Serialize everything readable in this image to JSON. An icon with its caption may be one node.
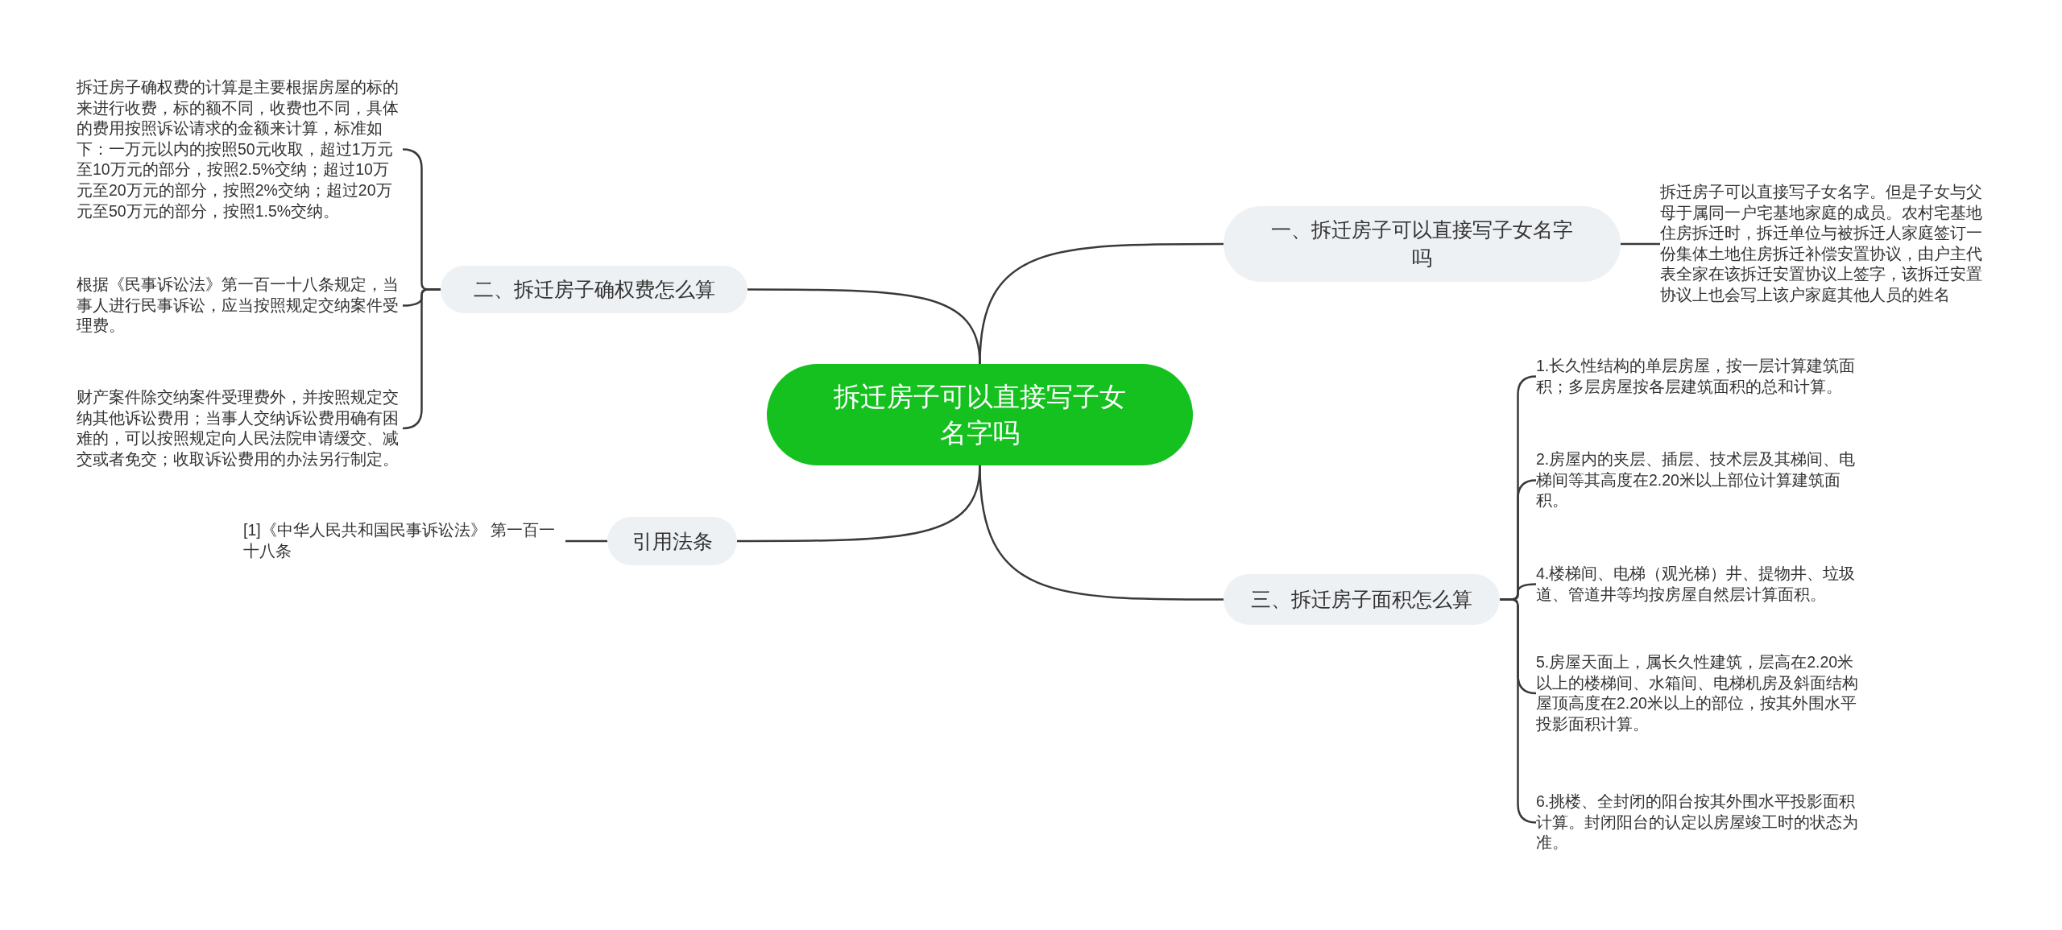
{
  "diagram": {
    "nodes": [
      {
        "text": [
          "拆迁房子可以直接写子女名字吗"
        ]
      },
      {
        "text": [
          "一、拆迁房子可以直接写子女名字吗"
        ]
      },
      {
        "text": [
          "拆迁房子可以直接写子女名字。但是子女与父母于属同一户宅基地家庭的成员。农村宅基地住房拆迁时，拆迁单位与被拆迁人家庭签订一份集体土地住房拆迁补偿安置协议，由户主代表全家在该拆迁安置协议上签字，该拆迁安置协议上也会写上该户家庭其他人员的姓名"
        ]
      },
      {
        "text": [
          "二、拆迁房子确权费怎么算"
        ]
      },
      {
        "text": [
          "拆迁房子确权费的计算是主要根据房屋的标的来进行收费，标的额不同，收费也不同，具体的费用按照诉讼请求的金额来计算，标准如下：一万元以内的按照50元收取，超过1万元至10万元的部分，按照2.5%交纳；超过10万元至20万元的部分，按照2%交纳；超过20万元至50万元的部分，按照1.5%交纳。"
        ]
      },
      {
        "text": [
          "根据《民事诉讼法》第一百一十八条规定，当事人进行民事诉讼，应当按照规定交纳案件受理费。"
        ]
      },
      {
        "text": [
          "财产案件除交纳案件受理费外，并按照规定交纳其他诉讼费用；当事人交纳诉讼费用确有困难的，可以按照规定向人民法院申请缓交、减交或者免交；收取诉讼费用的办法另行制定。"
        ]
      },
      {
        "text": [
          "引用法条"
        ]
      },
      {
        "text": [
          "[1]《中华人民共和国民事诉讼法》 第一百一十八条"
        ]
      },
      {
        "text": [
          "三、拆迁房子面积怎么算"
        ]
      },
      {
        "text": [
          "1.长久性结构的单层房屋，按一层计算建筑面积；多层房屋按各层建筑面积的总和计算。"
        ]
      },
      {
        "text": [
          "2.房屋内的夹层、插层、技术层及其梯间、电梯间等其高度在2.20米以上部位计算建筑面积。"
        ]
      },
      {
        "text": [
          "4.楼梯间、电梯（观光梯）井、提物井、垃圾道、管道井等均按房屋自然层计算面积。"
        ]
      },
      {
        "text": [
          "5.房屋天面上，属长久性建筑，层高在2.20米以上的楼梯间、水箱间、电梯机房及斜面结构屋顶高度在2.20米以上的部位，按其外围水平投影面积计算。"
        ]
      },
      {
        "text": [
          "6.挑楼、全封闭的阳台按其外围水平投影面积计算。封闭阳台的认定以房屋竣工时的状态为准。"
        ]
      }
    ],
    "edges": [
      {
        "from": 0,
        "to": 1,
        "arrow": "none"
      },
      {
        "from": 1,
        "to": 2,
        "arrow": "none"
      },
      {
        "from": 0,
        "to": 3,
        "arrow": "none"
      },
      {
        "from": 3,
        "to": 4,
        "arrow": "none"
      },
      {
        "from": 3,
        "to": 5,
        "arrow": "none"
      },
      {
        "from": 3,
        "to": 6,
        "arrow": "none"
      },
      {
        "from": 0,
        "to": 7,
        "arrow": "none"
      },
      {
        "from": 7,
        "to": 8,
        "arrow": "none"
      },
      {
        "from": 0,
        "to": 9,
        "arrow": "none"
      },
      {
        "from": 9,
        "to": 10,
        "arrow": "none"
      },
      {
        "from": 9,
        "to": 11,
        "arrow": "none"
      },
      {
        "from": 9,
        "to": 12,
        "arrow": "none"
      },
      {
        "from": 9,
        "to": 13,
        "arrow": "none"
      },
      {
        "from": 9,
        "to": 14,
        "arrow": "none"
      }
    ]
  }
}
